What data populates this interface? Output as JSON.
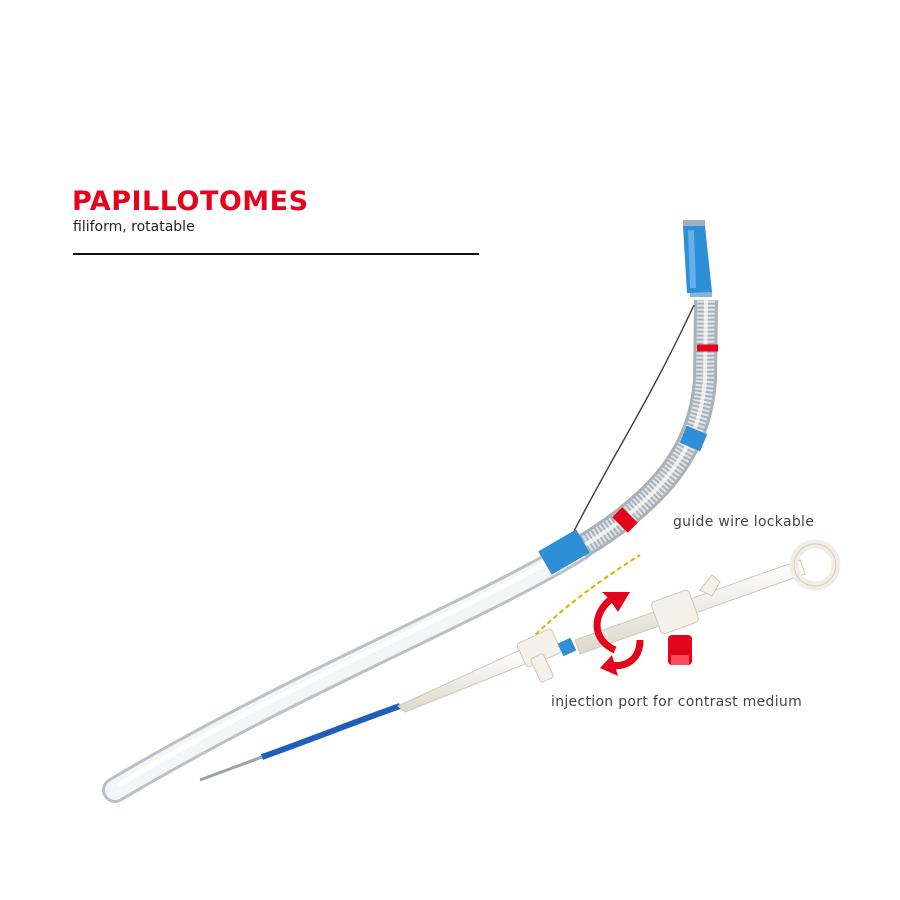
{
  "heading": {
    "title": "PAPILLOTOMES",
    "subtitle": "filiform, rotatable"
  },
  "callouts": {
    "guide_wire": "guide wire lockable",
    "injection_port": "injection port for contrast medium"
  },
  "colors": {
    "brand_red": "#e3051b",
    "marker_blue": "#2e8fd6",
    "marker_red": "#e3051b",
    "handle_white": "#f4f1ea"
  },
  "icons": [
    "rotation-arrow-icon"
  ]
}
